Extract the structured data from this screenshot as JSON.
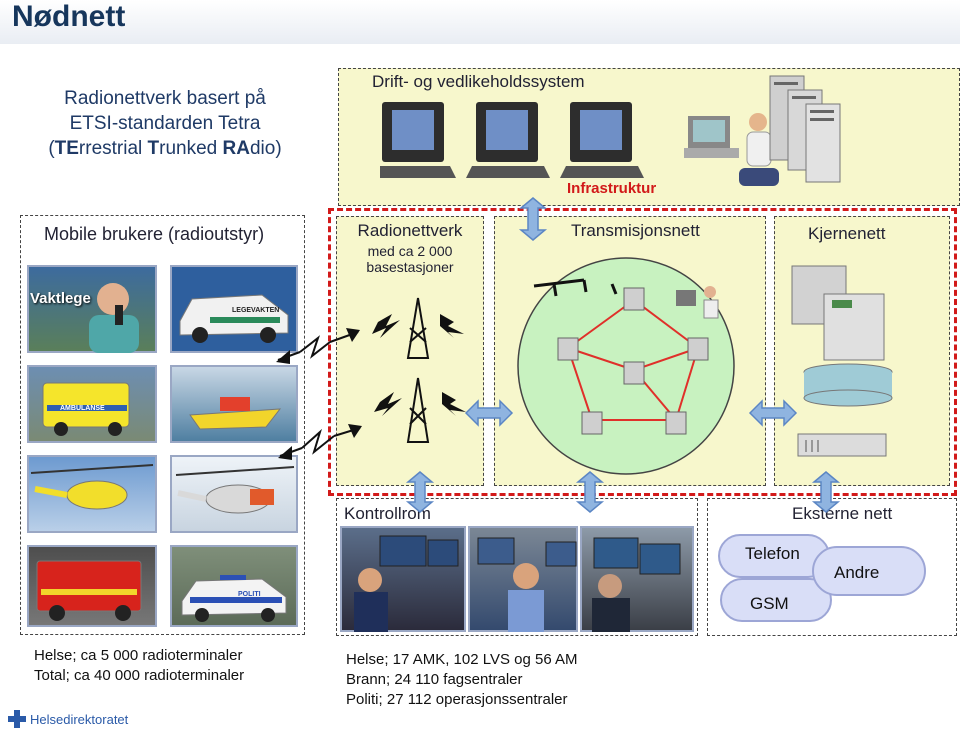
{
  "title": "Nødnett",
  "intro": {
    "line1": "Radionettverk basert på",
    "line2": "ETSI-standarden Tetra",
    "line3": "(TErrestrial Trunked RAdio)"
  },
  "drift_label": "Drift- og vedlikeholdssystem",
  "infrastruktur_label": "Infrastruktur",
  "mobile": {
    "title": "Mobile brukere (radioutstyr)",
    "vaktlege": "Vaktlege",
    "car_sign": "LEGEVAKTEN",
    "ambulance_sign": "AMBULANSE",
    "police_sign": "POLITI"
  },
  "radionettverk": {
    "title": "Radionettverk",
    "sub1": "med ca 2 000",
    "sub2": "basestasjoner"
  },
  "transmisjon_label": "Transmisjonsnett",
  "kjernenett_label": "Kjernenett",
  "kontrollrom_label": "Kontrollrom",
  "eksterne": {
    "title": "Eksterne nett",
    "telefon": "Telefon",
    "gsm": "GSM",
    "andre": "Andre"
  },
  "stats_left": {
    "line1": "Helse; ca 5 000 radioterminaler",
    "line2": "Total; ca 40 000 radioterminaler"
  },
  "stats_right": {
    "line1": "Helse; 17 AMK, 102 LVS og 56 AM",
    "line2": "Brann; 24 110 fagsentraler",
    "line3": "Politi;  27 112 operasjonssentraler"
  },
  "logo_text": "Helsedirektoratet",
  "colors": {
    "title": "#16365c",
    "infra": "#d21a1a",
    "yellow_box": "#f7f7cc",
    "arrow": "#8fb4e0",
    "cloud": "#d9def7",
    "ring": "#c8f2c0",
    "links": "#e0302a"
  }
}
